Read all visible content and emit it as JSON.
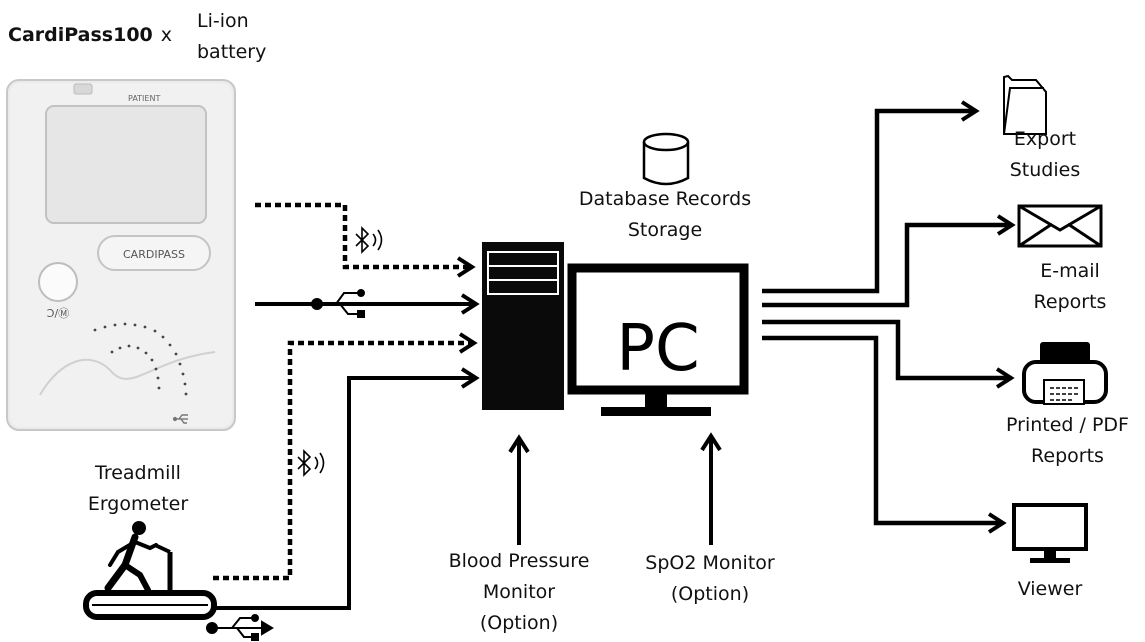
{
  "header": {
    "device_name": "CardiPass100",
    "multiplier": "x",
    "battery_line1": "Li-ion",
    "battery_line2": "battery"
  },
  "device": {
    "patient_label": "PATIENT",
    "brand_label": "CARDIPASS",
    "power_symbol": "Ɔ/Ⓜ"
  },
  "inputs": {
    "treadmill_line1": "Treadmill",
    "treadmill_line2": "Ergometer",
    "bp_line1": "Blood Pressure",
    "bp_line2": "Monitor",
    "bp_line3": "(Option)",
    "spo2_line1": "SpO2 Monitor",
    "spo2_line2": "(Option)"
  },
  "center": {
    "storage_line1": "Database Records",
    "storage_line2": "Storage",
    "pc_label": "PC"
  },
  "outputs": {
    "export_line1": "Export",
    "export_line2": "Studies",
    "email_line1": "E-mail",
    "email_line2": "Reports",
    "print_line1": "Printed / PDF",
    "print_line2": "Reports",
    "viewer": "Viewer"
  },
  "connections": {
    "bluetooth_symbol": "ᛒ))",
    "usb_symbol": "•—<"
  }
}
